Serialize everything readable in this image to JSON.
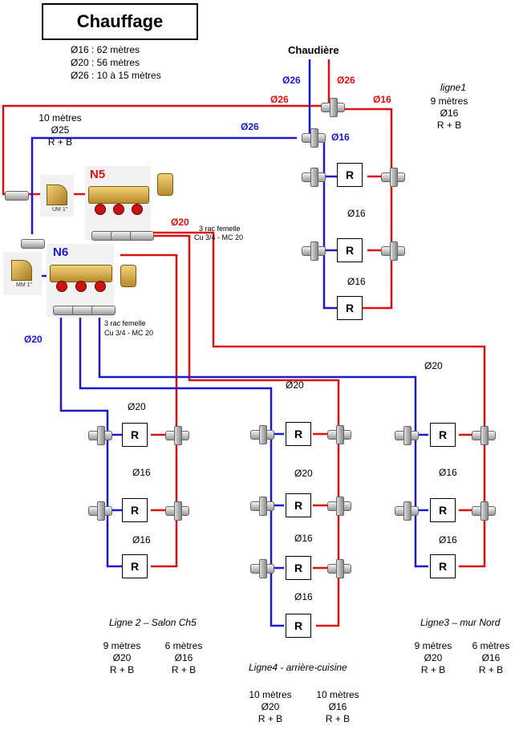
{
  "title": "Chauffage",
  "summary": [
    "Ø16 : 62 mètres",
    "Ø20 : 56 mètres",
    "Ø26 : 10 à 15 mètres"
  ],
  "boiler": "Chaudière",
  "top_labels": {
    "d26_blue_vertical": "Ø26",
    "d26_red_vertical": "Ø26",
    "d26_red_left": "Ø26",
    "d16_red_right": "Ø16",
    "d26_blue_left": "Ø26",
    "d16_blue": "Ø16"
  },
  "feed": {
    "length": "10 mètres",
    "diameter": "Ø25",
    "pipes": "R + B"
  },
  "ligne1": {
    "name": "ligne1",
    "length": "9 mètres",
    "diameter": "Ø16",
    "pipes": "R + B",
    "between1": "Ø16",
    "between2": "Ø16"
  },
  "n5": {
    "name": "N5",
    "note_line1": "3 rac femelle",
    "note_line2": "Cu 3/4 - MC 20",
    "out_label": "Ø20",
    "elbow_label": "UM 1\""
  },
  "n6": {
    "name": "N6",
    "note_line1": "3 rac femelle",
    "note_line2": "Cu 3/4 - MC 20",
    "out_label": "Ø20",
    "elbow_label": "MM 1\""
  },
  "mid_labels": {
    "d20_red": "Ø20",
    "d20_blue": "Ø20"
  },
  "ligne2": {
    "title": "Ligne 2 – Salon Ch5",
    "top": "Ø20",
    "between1": "Ø16",
    "between2": "Ø16",
    "stat1": {
      "length": "9 mètres",
      "diameter": "Ø20",
      "pipes": "R + B"
    },
    "stat2": {
      "length": "6 mètres",
      "diameter": "Ø16",
      "pipes": "R + B"
    }
  },
  "ligne4": {
    "title": "Ligne4 - arrière-cuisine",
    "between1": "Ø20",
    "between2": "Ø16",
    "between3": "Ø16",
    "stat1": {
      "length": "10 mètres",
      "diameter": "Ø20",
      "pipes": "R + B"
    },
    "stat2": {
      "length": "10 mètres",
      "diameter": "Ø16",
      "pipes": "R + B"
    }
  },
  "ligne3": {
    "title": "Ligne3 – mur Nord",
    "between1": "Ø16",
    "between2": "Ø16",
    "stat1": {
      "length": "9 mètres",
      "diameter": "Ø20",
      "pipes": "R + B"
    },
    "stat2": {
      "length": "6 mètres",
      "diameter": "Ø16",
      "pipes": "R + B"
    }
  },
  "radiator_label": "R",
  "colors": {
    "supply": "#dd1111",
    "return": "#1a1acc",
    "label_blue": "#1a1acc",
    "label_red": "#dd1111"
  }
}
